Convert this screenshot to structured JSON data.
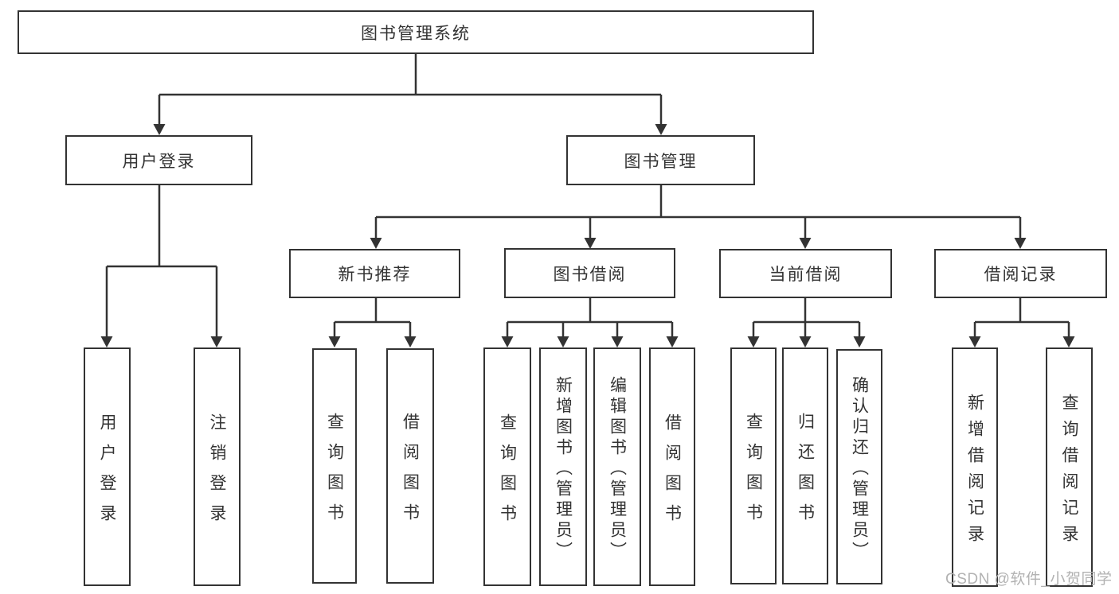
{
  "diagram": {
    "title_node": "图书管理系统",
    "type": "hierarchy-tree",
    "nodes": {
      "root": {
        "label": "图书管理系统"
      },
      "branches": [
        {
          "label": "用户登录"
        },
        {
          "label": "图书管理"
        }
      ],
      "modules": [
        {
          "label": "新书推荐",
          "parent": "图书管理"
        },
        {
          "label": "图书借阅",
          "parent": "图书管理"
        },
        {
          "label": "当前借阅",
          "parent": "图书管理"
        },
        {
          "label": "借阅记录",
          "parent": "图书管理"
        }
      ],
      "leaves": [
        {
          "label": "用户登录",
          "parent": "用户登录"
        },
        {
          "label": "注销登录",
          "parent": "用户登录"
        },
        {
          "label": "查询图书",
          "parent": "新书推荐"
        },
        {
          "label": "借阅图书",
          "parent": "新书推荐"
        },
        {
          "label": "查询图书",
          "parent": "图书借阅"
        },
        {
          "label": "新增图书（管理员）",
          "parent": "图书借阅"
        },
        {
          "label": "编辑图书（管理员）",
          "parent": "图书借阅"
        },
        {
          "label": "借阅图书",
          "parent": "图书借阅"
        },
        {
          "label": "查询图书",
          "parent": "当前借阅"
        },
        {
          "label": "归还图书",
          "parent": "当前借阅"
        },
        {
          "label": "确认归还（管理员）",
          "parent": "当前借阅"
        },
        {
          "label": "新增借阅记录",
          "parent": "借阅记录"
        },
        {
          "label": "查询借阅记录",
          "parent": "借阅记录"
        }
      ]
    }
  },
  "watermark": {
    "text": "CSDN @软件_小贺同学"
  },
  "colors": {
    "line": "#333333",
    "text": "#333333",
    "watermark": "#b2b2b2",
    "background": "#ffffff"
  }
}
